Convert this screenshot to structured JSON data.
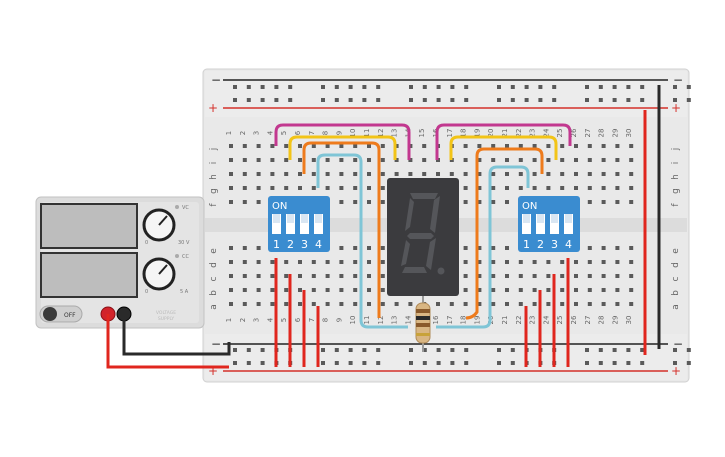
{
  "power_supply": {
    "button_label": "OFF",
    "voltage_tag": "VC",
    "current_tag": "CC",
    "knob1_min": "0",
    "knob1_max": "30 V",
    "knob2_min": "0",
    "knob2_max": "5 A",
    "brand_line1": "VOLTAGE",
    "brand_line2": "SUPPLY"
  },
  "breadboard": {
    "plus_sign": "+",
    "minus_sign": "−",
    "row_letters_top": [
      "j",
      "i",
      "h",
      "g",
      "f"
    ],
    "row_letters_bottom": [
      "e",
      "d",
      "c",
      "b",
      "a"
    ],
    "column_numbers": [
      "1",
      "2",
      "3",
      "4",
      "5",
      "6",
      "7",
      "8",
      "9",
      "10",
      "11",
      "12",
      "13",
      "14",
      "15",
      "16",
      "17",
      "18",
      "19",
      "20",
      "21",
      "22",
      "23",
      "24",
      "25",
      "26",
      "27",
      "28",
      "29",
      "30"
    ]
  },
  "dip_switch_left": {
    "on_label": "ON",
    "numbers": [
      "1",
      "2",
      "3",
      "4"
    ]
  },
  "dip_switch_right": {
    "on_label": "ON",
    "numbers": [
      "1",
      "2",
      "3",
      "4"
    ]
  },
  "colors": {
    "magenta": "#c2388f",
    "yellow": "#f2c417",
    "orange": "#ee7b1c",
    "cyan": "#7fc5d6",
    "red": "#e0261e",
    "black": "#2a2a2a",
    "dip_blue": "#3a8cd0",
    "display_body": "#3b3b3e"
  }
}
